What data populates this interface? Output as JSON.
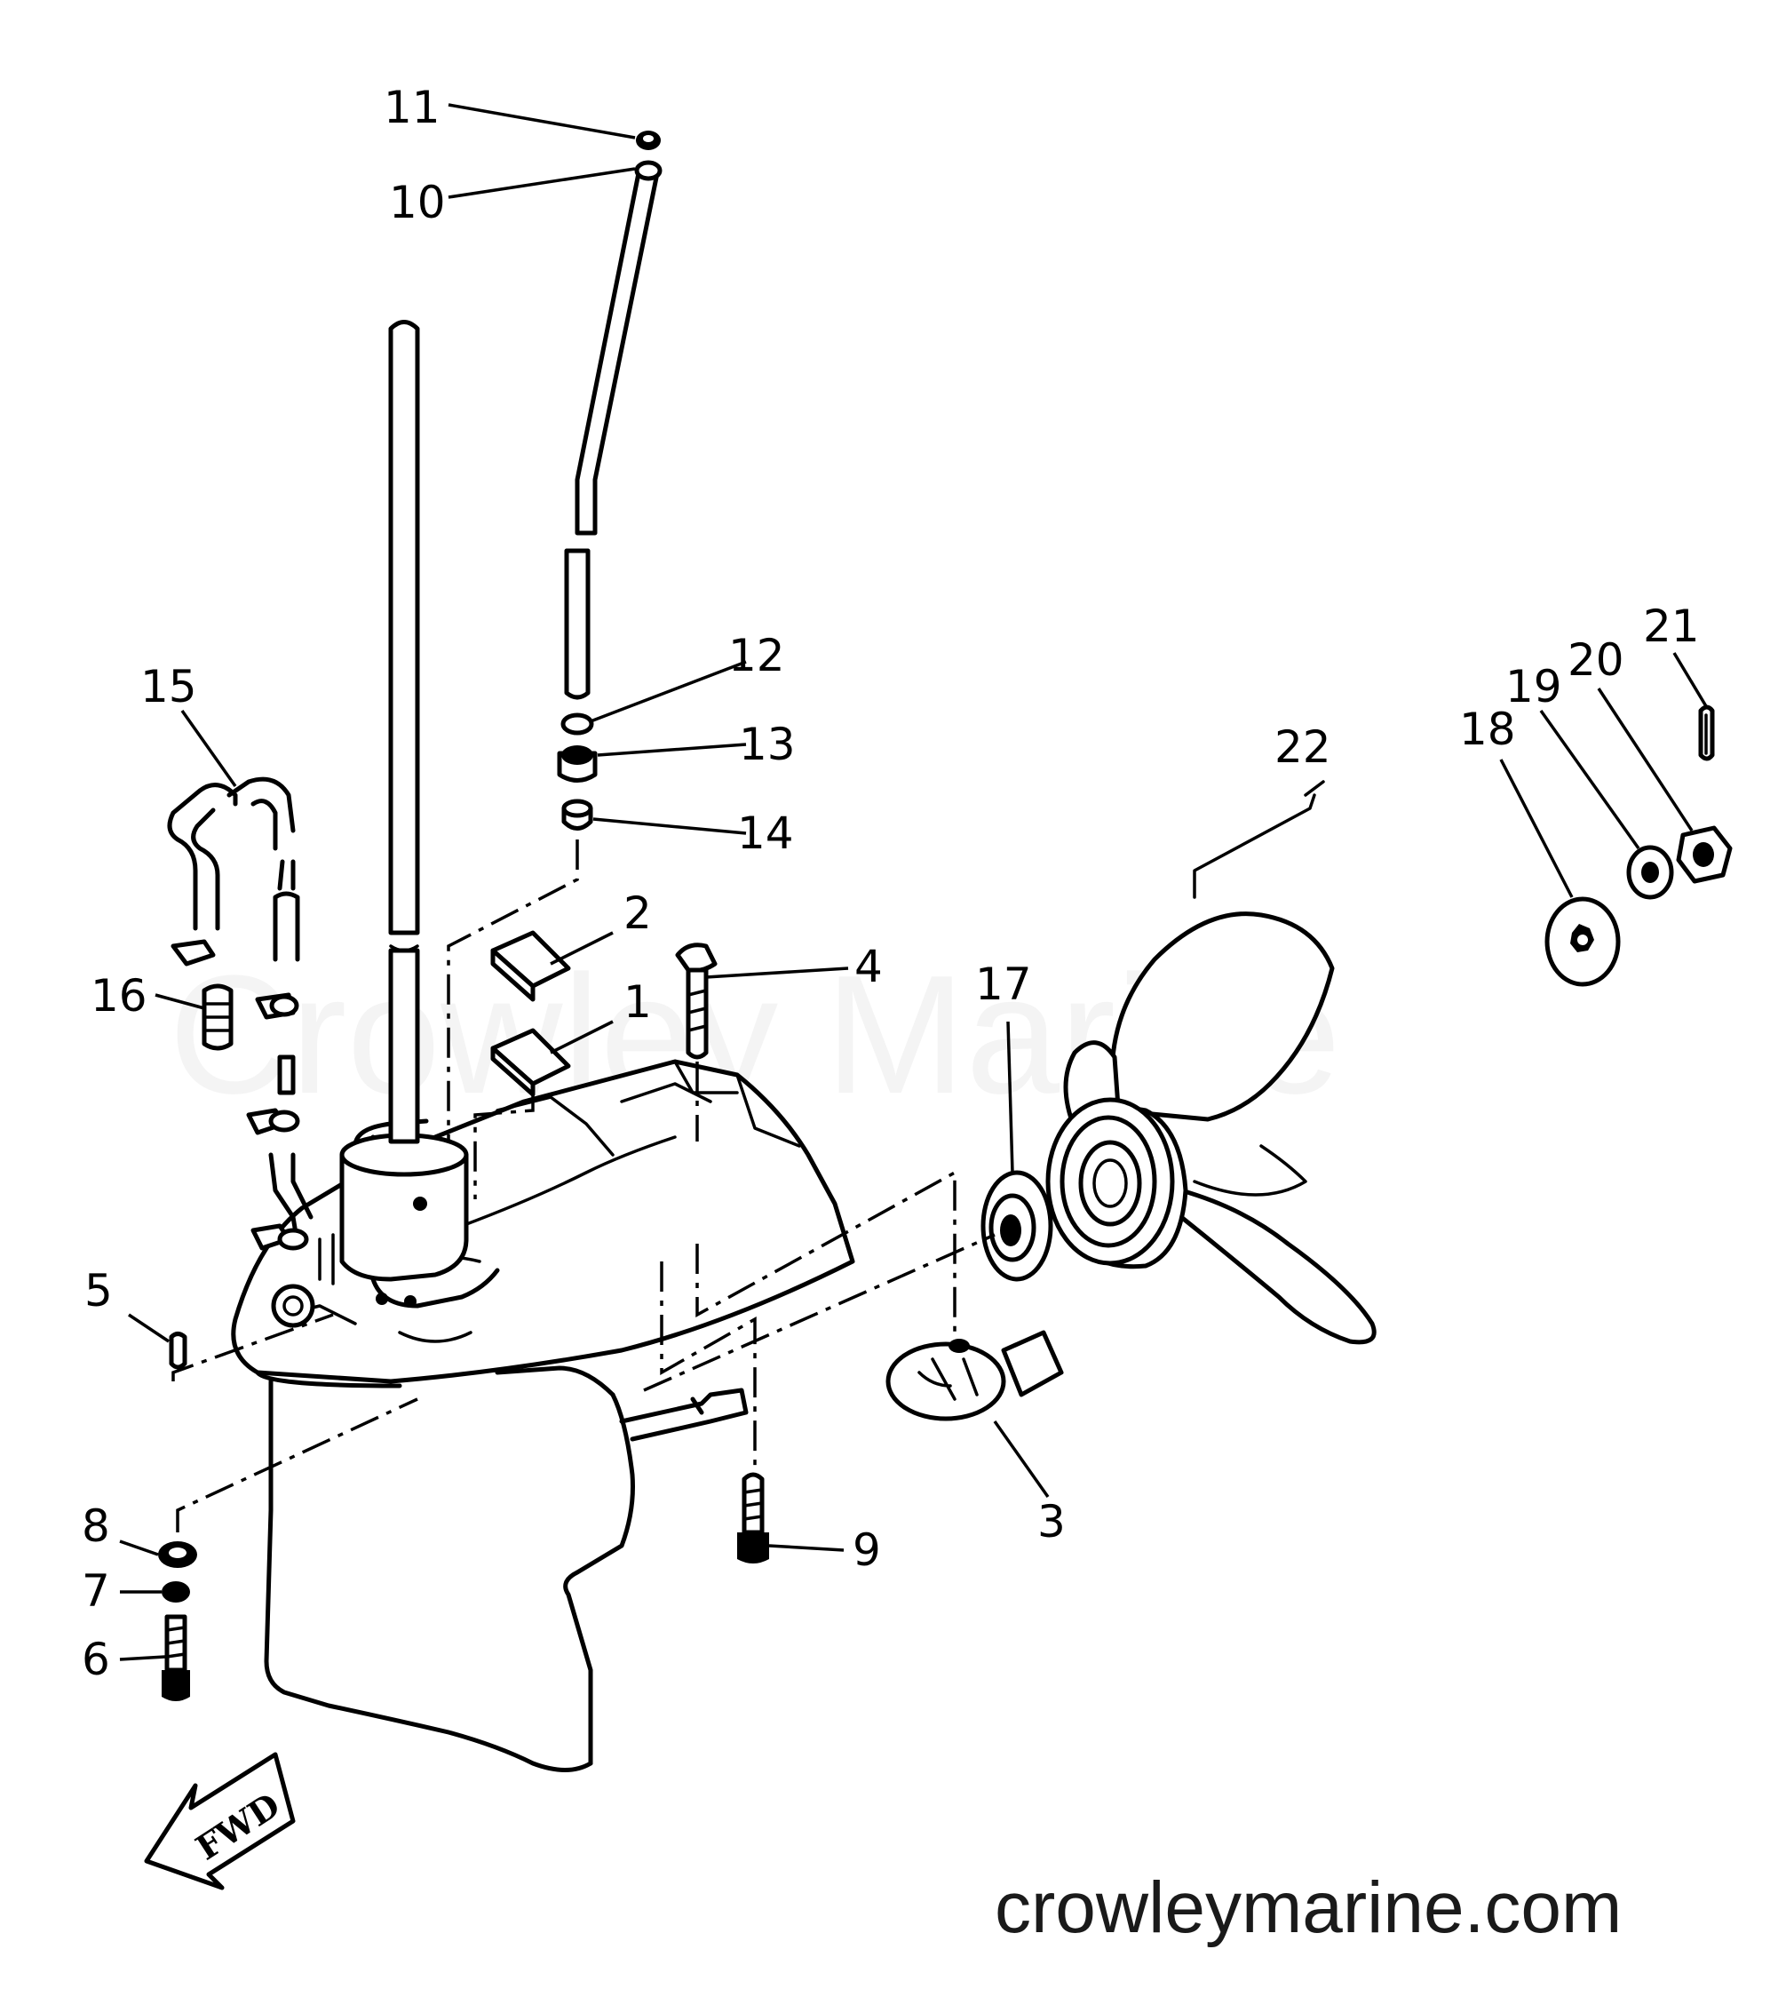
{
  "watermark": {
    "overlay": "Crowley Marine",
    "site": "crowleymarine.com"
  },
  "direction_arrow": {
    "label": "FWD"
  },
  "callouts": [
    "1",
    "2",
    "3",
    "4",
    "5",
    "6",
    "7",
    "8",
    "9",
    "10",
    "11",
    "12",
    "13",
    "14",
    "15",
    "16",
    "17",
    "18",
    "19",
    "20",
    "21",
    "22"
  ],
  "icons": {
    "fwd_arrow": "arrow-left-down-icon"
  }
}
